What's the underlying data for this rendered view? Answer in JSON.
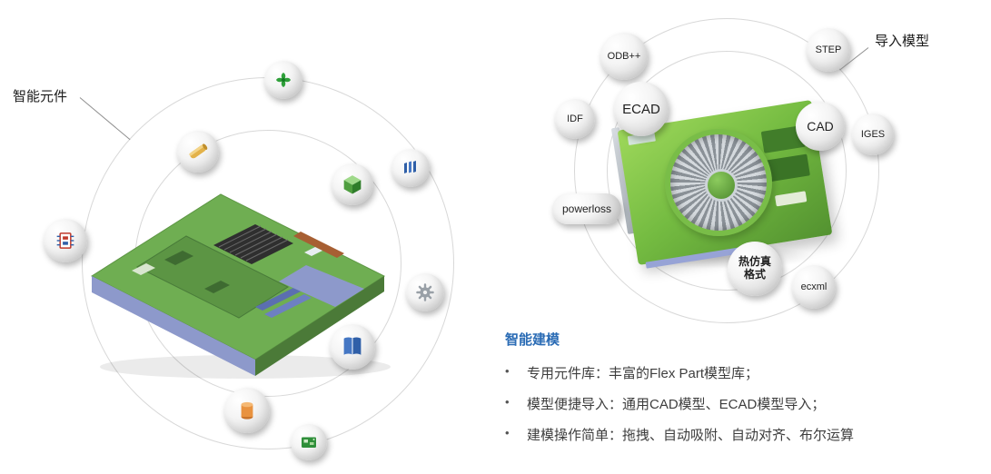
{
  "left_cluster": {
    "label": "智能元件",
    "icons": [
      "fan-icon",
      "inductor-icon",
      "cube-icon",
      "heatsink-fins-icon",
      "ic-chip-icon",
      "gear-icon",
      "book-icon",
      "capacitor-icon",
      "pcb-icon"
    ]
  },
  "right_cluster": {
    "label": "导入模型",
    "nodes": [
      {
        "label": "ODB++"
      },
      {
        "label": "STEP"
      },
      {
        "label": "IDF"
      },
      {
        "label": "ECAD"
      },
      {
        "label": "CAD"
      },
      {
        "label": "IGES"
      },
      {
        "label": "powerloss"
      },
      {
        "label": "热仿真格式",
        "line1": "热仿真",
        "line2": "格式"
      },
      {
        "label": "ecxml"
      }
    ]
  },
  "info": {
    "title": "智能建模",
    "bullet_char": "•",
    "bullets": [
      "专用元件库：丰富的Flex Part模型库；",
      "模型便捷导入：通用CAD模型、ECAD模型导入；",
      "建模操作简单：拖拽、自动吸附、自动对齐、布尔运算"
    ]
  },
  "colors": {
    "accent_blue": "#2b6cb5",
    "pcb_green": "#6fae52",
    "gpu_green": "#74bb41",
    "ring_gray": "#d8d8d8",
    "board_edge_blue": "#8d99cb"
  }
}
